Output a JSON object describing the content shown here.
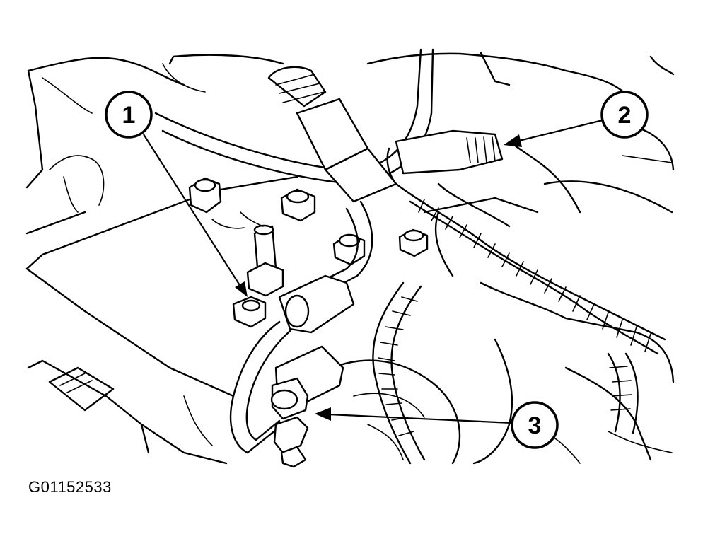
{
  "callouts": [
    {
      "label": "1"
    },
    {
      "label": "2"
    },
    {
      "label": "3"
    }
  ],
  "figure_id": "G01152533",
  "colors": {
    "line": "#000000",
    "background": "#ffffff"
  }
}
